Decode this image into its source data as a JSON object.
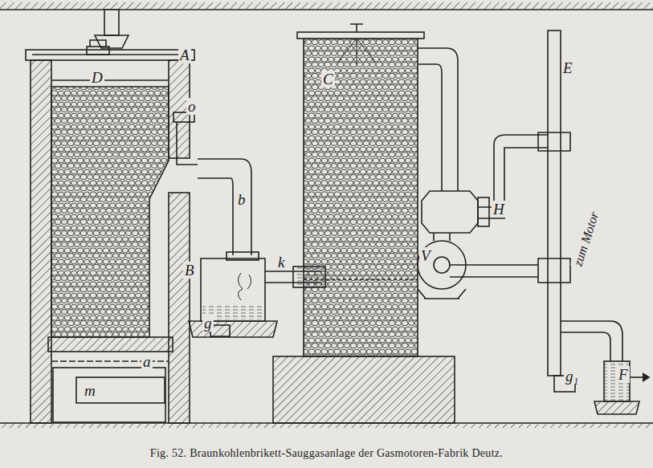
{
  "diagram": {
    "caption": "Fig. 52. Braunkohlenbrikett-Sauggasanlage der Gasmotoren-Fabrik Deutz.",
    "labels": [
      "D",
      "A",
      "o",
      "a",
      "m",
      "b",
      "B",
      "k",
      "g",
      "C",
      "E",
      "H",
      "V",
      "g₁",
      "F",
      "zum Motor"
    ]
  }
}
